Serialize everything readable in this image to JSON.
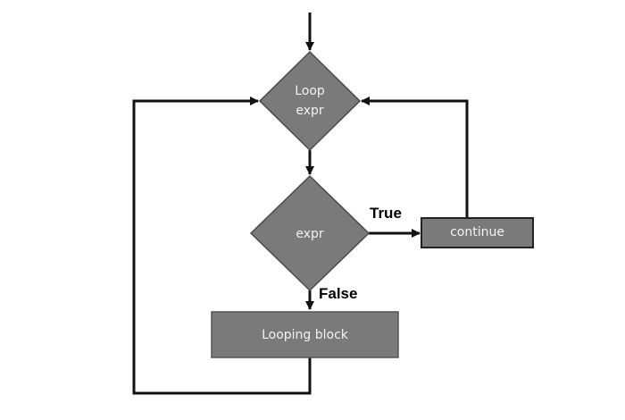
{
  "nodes": {
    "loop_expr": {
      "line1": "Loop",
      "line2": "expr"
    },
    "expr": "expr",
    "continue": "continue",
    "looping_block": "Looping block"
  },
  "edges": {
    "true_label": "True",
    "false_label": "False"
  },
  "colors": {
    "shape_fill": "#7a7a7a",
    "shape_stroke": "#4a4a4a",
    "line": "#111111"
  }
}
